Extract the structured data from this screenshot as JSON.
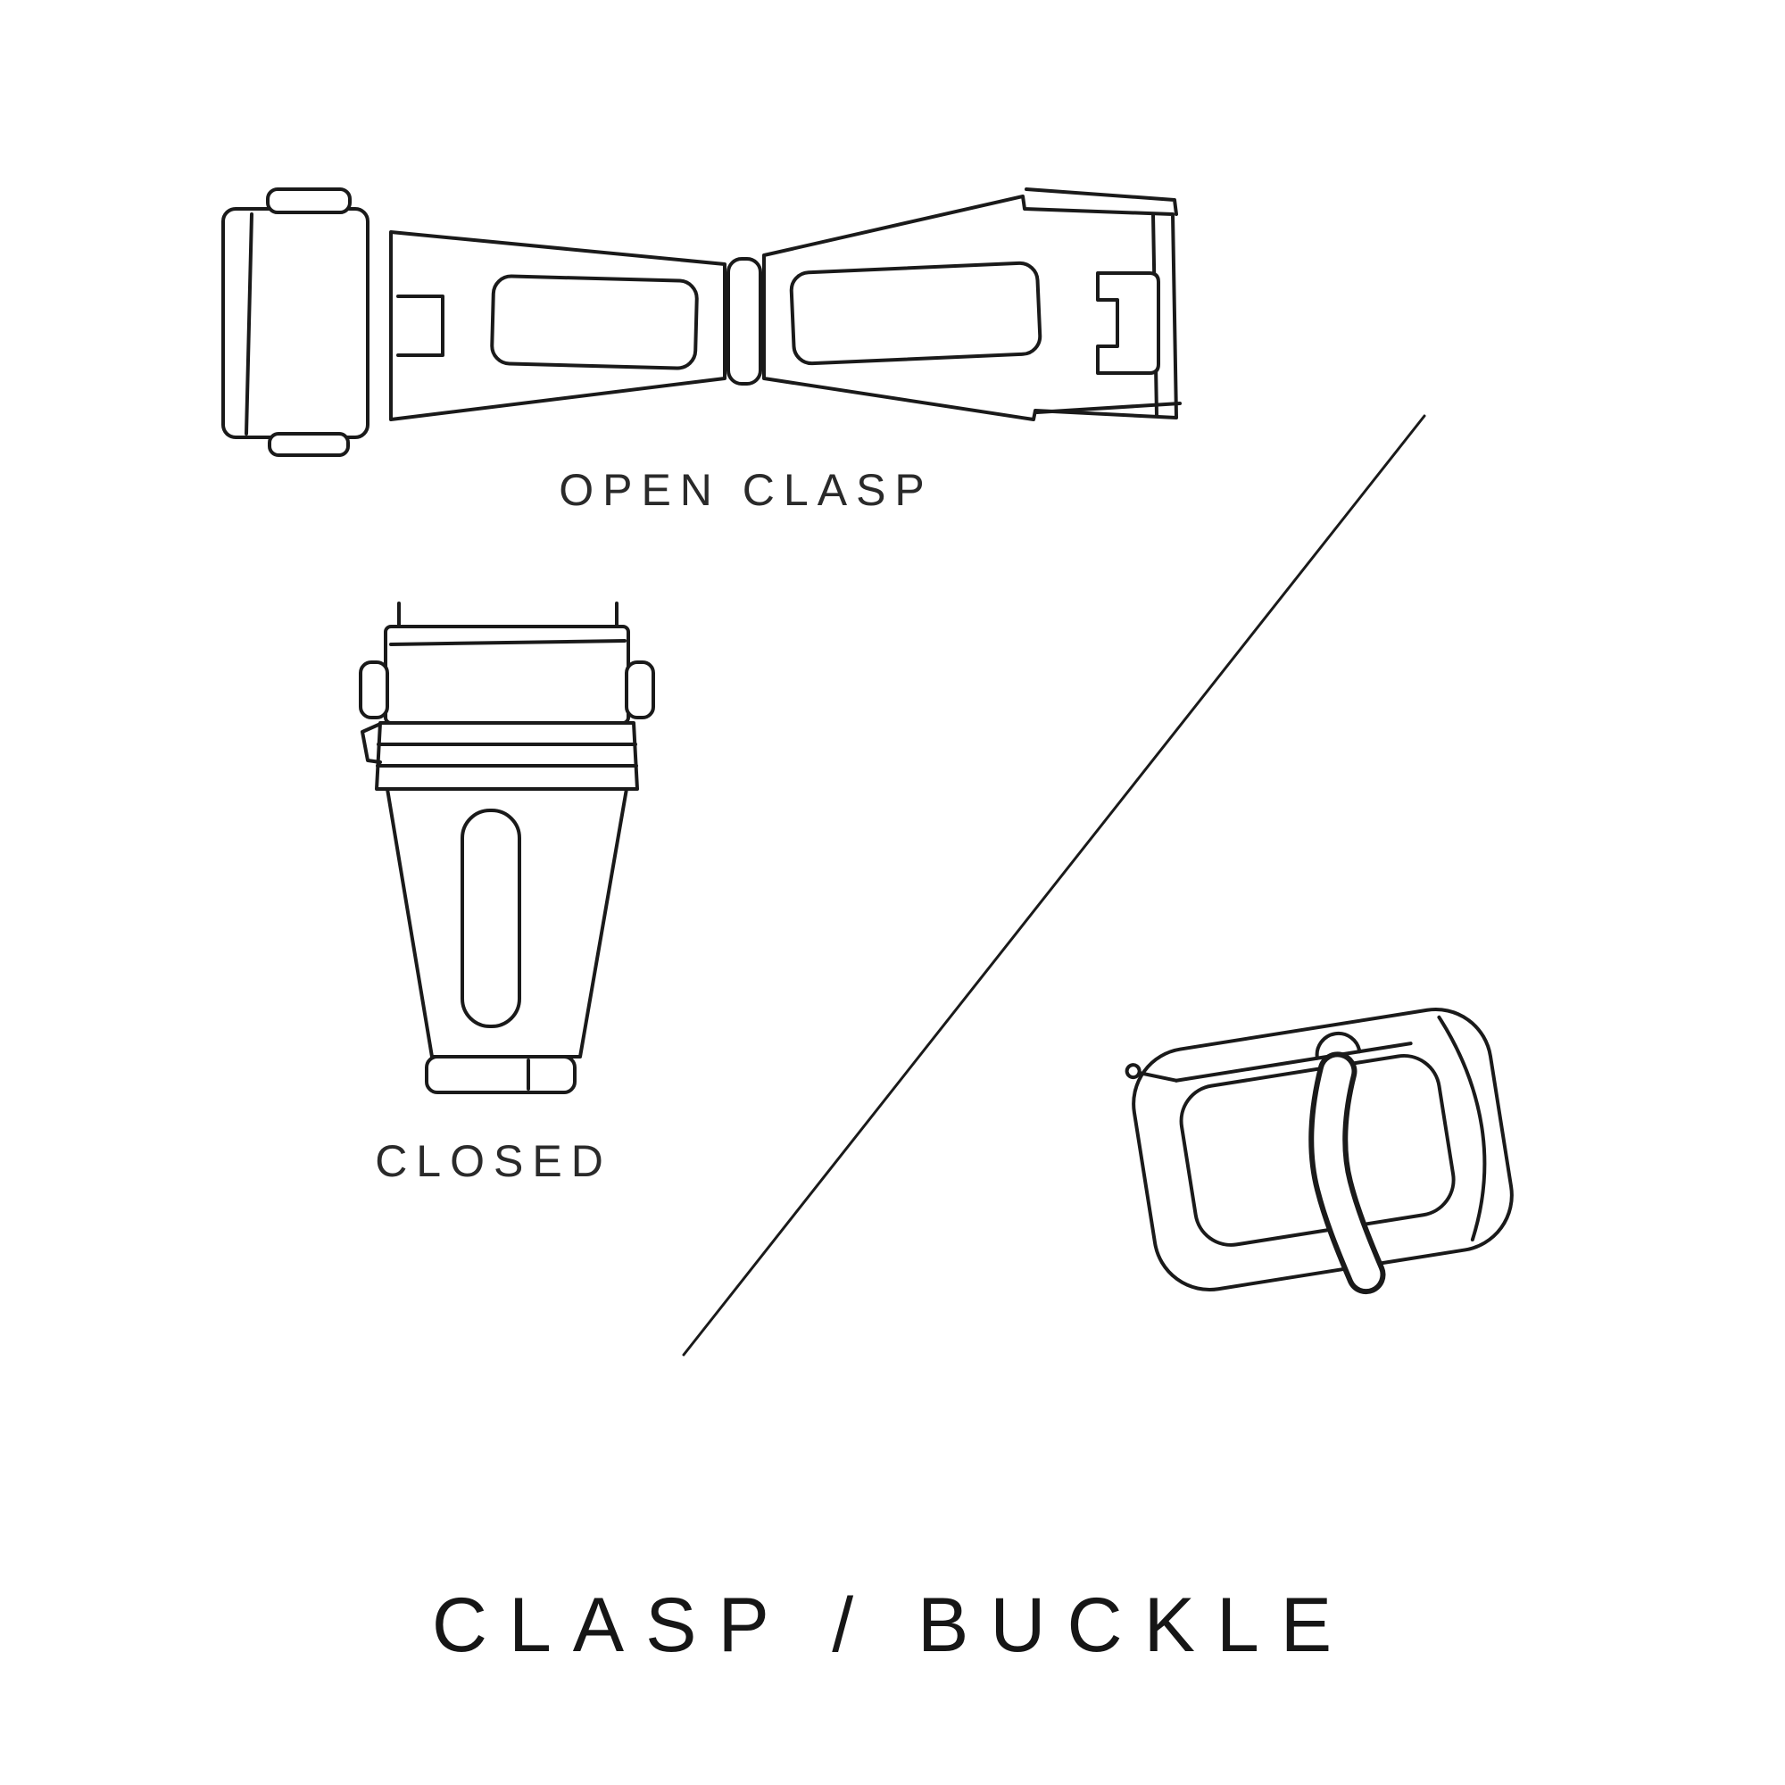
{
  "title": "CLASP / BUCKLE",
  "illustrations": {
    "open_clasp": {
      "label": "OPEN CLASP"
    },
    "closed_clasp": {
      "label": "CLOSED"
    },
    "buckle": {
      "label": ""
    }
  },
  "colors": {
    "background": "#ffffff",
    "line": "#1a1a1a",
    "text": "#2a2a2a"
  }
}
